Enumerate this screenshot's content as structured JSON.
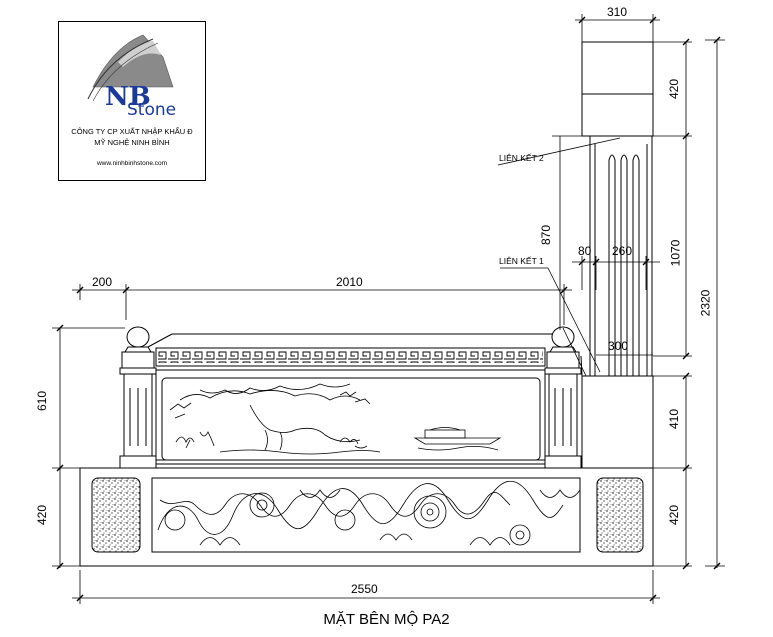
{
  "logo": {
    "brand_letters": "NB",
    "brand_word": "Stone",
    "company_line1": "CÔNG TY CP XUẤT NHẬP KHẨU Đ",
    "company_line2": "MỸ NGHỆ NINH BÌNH",
    "website": "www.ninhbinhstone.com",
    "brand_color": "#1a3a9a"
  },
  "dimensions": {
    "top_width": "310",
    "top_height": "420",
    "side_870": "870",
    "side_1070": "1070",
    "overall_height": "2320",
    "offset_80": "80",
    "width_260": "260",
    "width_300": "300",
    "left_200": "200",
    "span_2010": "2010",
    "rail_height": "610",
    "base_height_left": "420",
    "base_height_right": "420",
    "right_410": "410",
    "overall_width": "2550"
  },
  "notes": {
    "link2": "LIÊN KẾT 2",
    "link1": "LIÊN KẾT 1"
  },
  "title": "MẶT BÊN MỘ PA2"
}
